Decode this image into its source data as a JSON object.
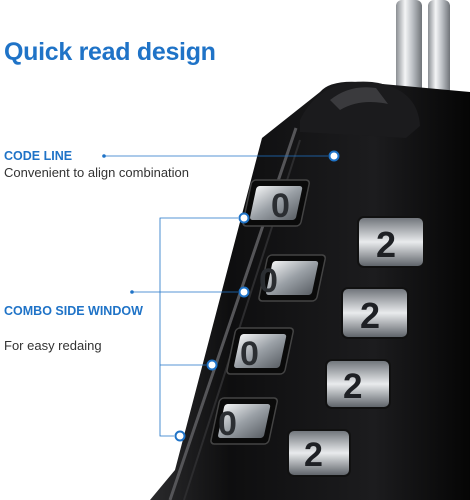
{
  "headline": "Quick read design",
  "callouts": {
    "code_line": {
      "title": "CODE LINE",
      "description": "Convenient to align combination"
    },
    "combo_window": {
      "title": "COMBO SIDE WINDOW",
      "description": "For easy redaing"
    }
  },
  "dials": {
    "front_digit": "0",
    "side_digit": "2"
  },
  "colors": {
    "accent": "#1f73c7",
    "lock_body": "#121212",
    "chrome": "#c9ccd0"
  }
}
